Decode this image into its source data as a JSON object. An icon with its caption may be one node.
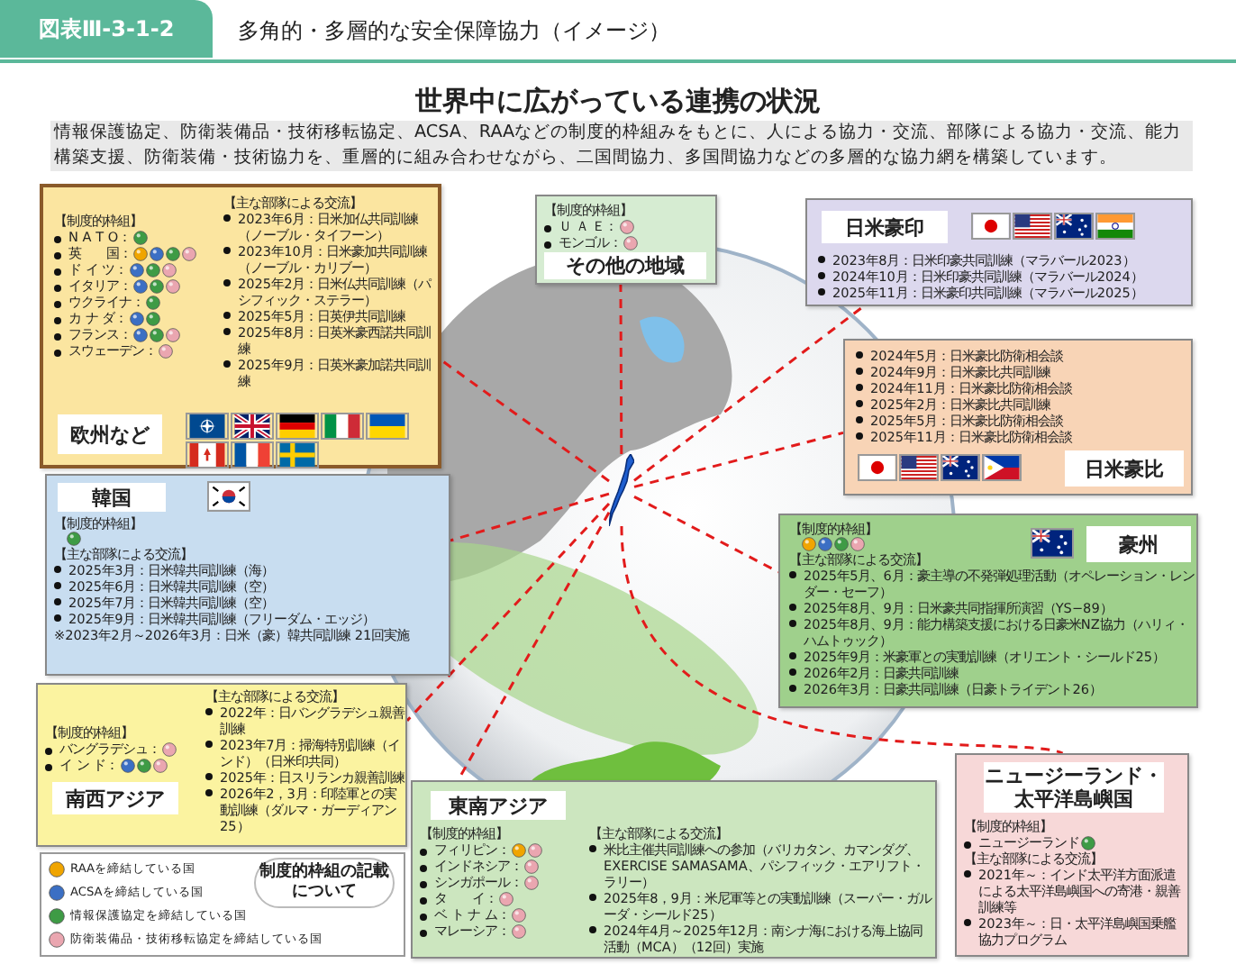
{
  "diagram": {
    "title": "多角的・多層的な安全保障協力（イメージ）",
    "nodes": [
      {
        "text": [],
        "shape": "picture"
      },
      {
        "text": [
          "【制度的枠組】",
          "N A T O：",
          "英　　国：",
          "ド イ ツ：",
          "イタリア：",
          "ウクライナ：",
          "カ ナ ダ：",
          "フランス：",
          "スウェーデン：",
          "【主な部隊による交流】",
          "2023年6月：日米加仏共同訓練（ノーブル・タイフーン）",
          "2023年10月：日米豪加共同訓練（ノーブル・カリブー）",
          "2025年2月：日米仏共同訓練（パシフィック・ステラー）",
          "2025年5月：日英伊共同訓練",
          "2025年8月：日英米豪西諾共同訓練",
          "2025年9月：日英米豪加諾共同訓練",
          "欧州など"
        ]
      },
      {
        "text": [
          "【制度的枠組】",
          "Ｕ Ａ Ｅ：",
          "モンゴル：",
          "その他の地域"
        ]
      },
      {
        "text": [
          "日米豪印",
          "2023年8月：日米印豪共同訓練（マラバール2023）",
          "2024年10月：日米印豪共同訓練（マラバール2024）",
          "2025年11月：日米豪印共同訓練（マラバール2025）"
        ]
      },
      {
        "text": [
          "2024年5月：日米豪比防衛相会談",
          "2024年9月：日米豪比共同訓練",
          "2024年11月：日米豪比防衛相会談",
          "2025年2月：日米豪比共同訓練",
          "2025年5月：日米豪比防衛相会談",
          "2025年11月：日米豪比防衛相会談",
          "日米豪比"
        ]
      },
      {
        "text": [
          "韓国",
          "【制度的枠組】",
          "【主な部隊による交流】",
          "2025年3月：日米韓共同訓練（海）",
          "2025年6月：日米韓共同訓練（空）",
          "2025年7月：日米韓共同訓練（空）",
          "2025年9月：日米韓共同訓練（フリーダム・エッジ）",
          "※2023年2月～2026年3月：日米（豪）韓共同訓練 21回実施"
        ]
      },
      {
        "text": [
          "【制度的枠組】",
          "バングラデシュ：",
          "イ ン ド：",
          "南西アジア",
          "【主な部隊による交流】",
          "2022年：日バングラデシュ親善訓練",
          "2023年7月：掃海特別訓練（インド）（日米印共同）",
          "2025年：日スリランカ親善訓練",
          "2026年2，3月：印陸軍との実動訓練（ダルマ・ガーディアン25）"
        ]
      },
      {
        "text": [
          "豪州",
          "【制度的枠組】",
          "【主な部隊による交流】",
          "2025年5月、6月：豪主導の不発弾処理活動（オペレーション・レンダー・セーフ）",
          "2025年8月、9月：日米豪共同指揮所演習（YS−89）",
          "2025年8月、9月：能力構築支援における日豪米NZ協力（ハリィ・ハムトゥック）",
          "2025年9月：米豪軍との実動訓練（オリエント・シールド25）",
          "2026年2月：日豪共同訓練",
          "2026年3月：日豪共同訓練（日豪トライデント26）"
        ]
      },
      {
        "text": [
          "ニュージーランド・太平洋島嶼国",
          "【制度的枠組】",
          "ニュージーランド",
          "【主な部隊による交流】",
          "2021年～：インド太平洋方面派遣による太平洋島嶼国への寄港・親善訓練等",
          "2023年～：日・太平洋島嶼国乗艦協力プログラム"
        ]
      },
      {
        "text": [
          "東南アジア",
          "【制度的枠組】",
          "フィリピン：",
          "インドネシア：",
          "シンガポール：",
          "タ　　イ：",
          "ベ ト ナ ム：",
          "マレーシア：",
          "【主な部隊による交流】",
          "米比主催共同訓練への参加（バリカタン、カマンダグ、EXERCISE SAMASAMA、パシフィック・エアリフト・ラリー）",
          "2025年8，9月：米尼軍等との実動訓練（スーパー・ガルーダ・シールド25）",
          "2024年4月～2025年12月：南シナ海における海上協同活動（MCA）（12回）実施"
        ]
      }
    ],
    "edges": [
      {
        "from": 0,
        "to": 1,
        "arrow": "none",
        "style": "dashed"
      },
      {
        "from": 0,
        "to": 2,
        "arrow": "none",
        "style": "dashed"
      },
      {
        "from": 0,
        "to": 3,
        "arrow": "none",
        "style": "dashed"
      },
      {
        "from": 0,
        "to": 4,
        "arrow": "none",
        "style": "dashed"
      },
      {
        "from": 0,
        "to": 5,
        "arrow": "none",
        "style": "dashed"
      },
      {
        "from": 0,
        "to": 6,
        "arrow": "none",
        "style": "dashed"
      },
      {
        "from": 0,
        "to": 7,
        "arrow": "none",
        "style": "dashed"
      },
      {
        "from": 0,
        "to": 8,
        "arrow": "none",
        "style": "dashed"
      },
      {
        "from": 0,
        "to": 9,
        "arrow": "none",
        "style": "dashed"
      }
    ],
    "labels": [
      "図表Ⅲ-3-1-2",
      "世界中に広がっている連携の状況",
      "情報保護協定、防衛装備品・技術移転協定、ACSA、RAAなどの制度的枠組みをもとに、人による協力・交流、部隊による協力・交流、能力構築支援、防衛装備・技術協力を、重層的に組み合わせながら、二国間協力、多国間協力などの多層的な協力網を構築しています。",
      "制度的枠組の記載について"
    ],
    "legend": [
      {
        "text": "RAAを締結している国",
        "color": "#f0a500"
      },
      {
        "text": "ACSAを締結している国",
        "color": "#3b6fc4"
      },
      {
        "text": "情報保護協定を締結している国",
        "color": "#3e9b45"
      },
      {
        "text": "防衛装備品・技術移転協定を締結している国",
        "color": "#eaa6b0"
      }
    ]
  }
}
